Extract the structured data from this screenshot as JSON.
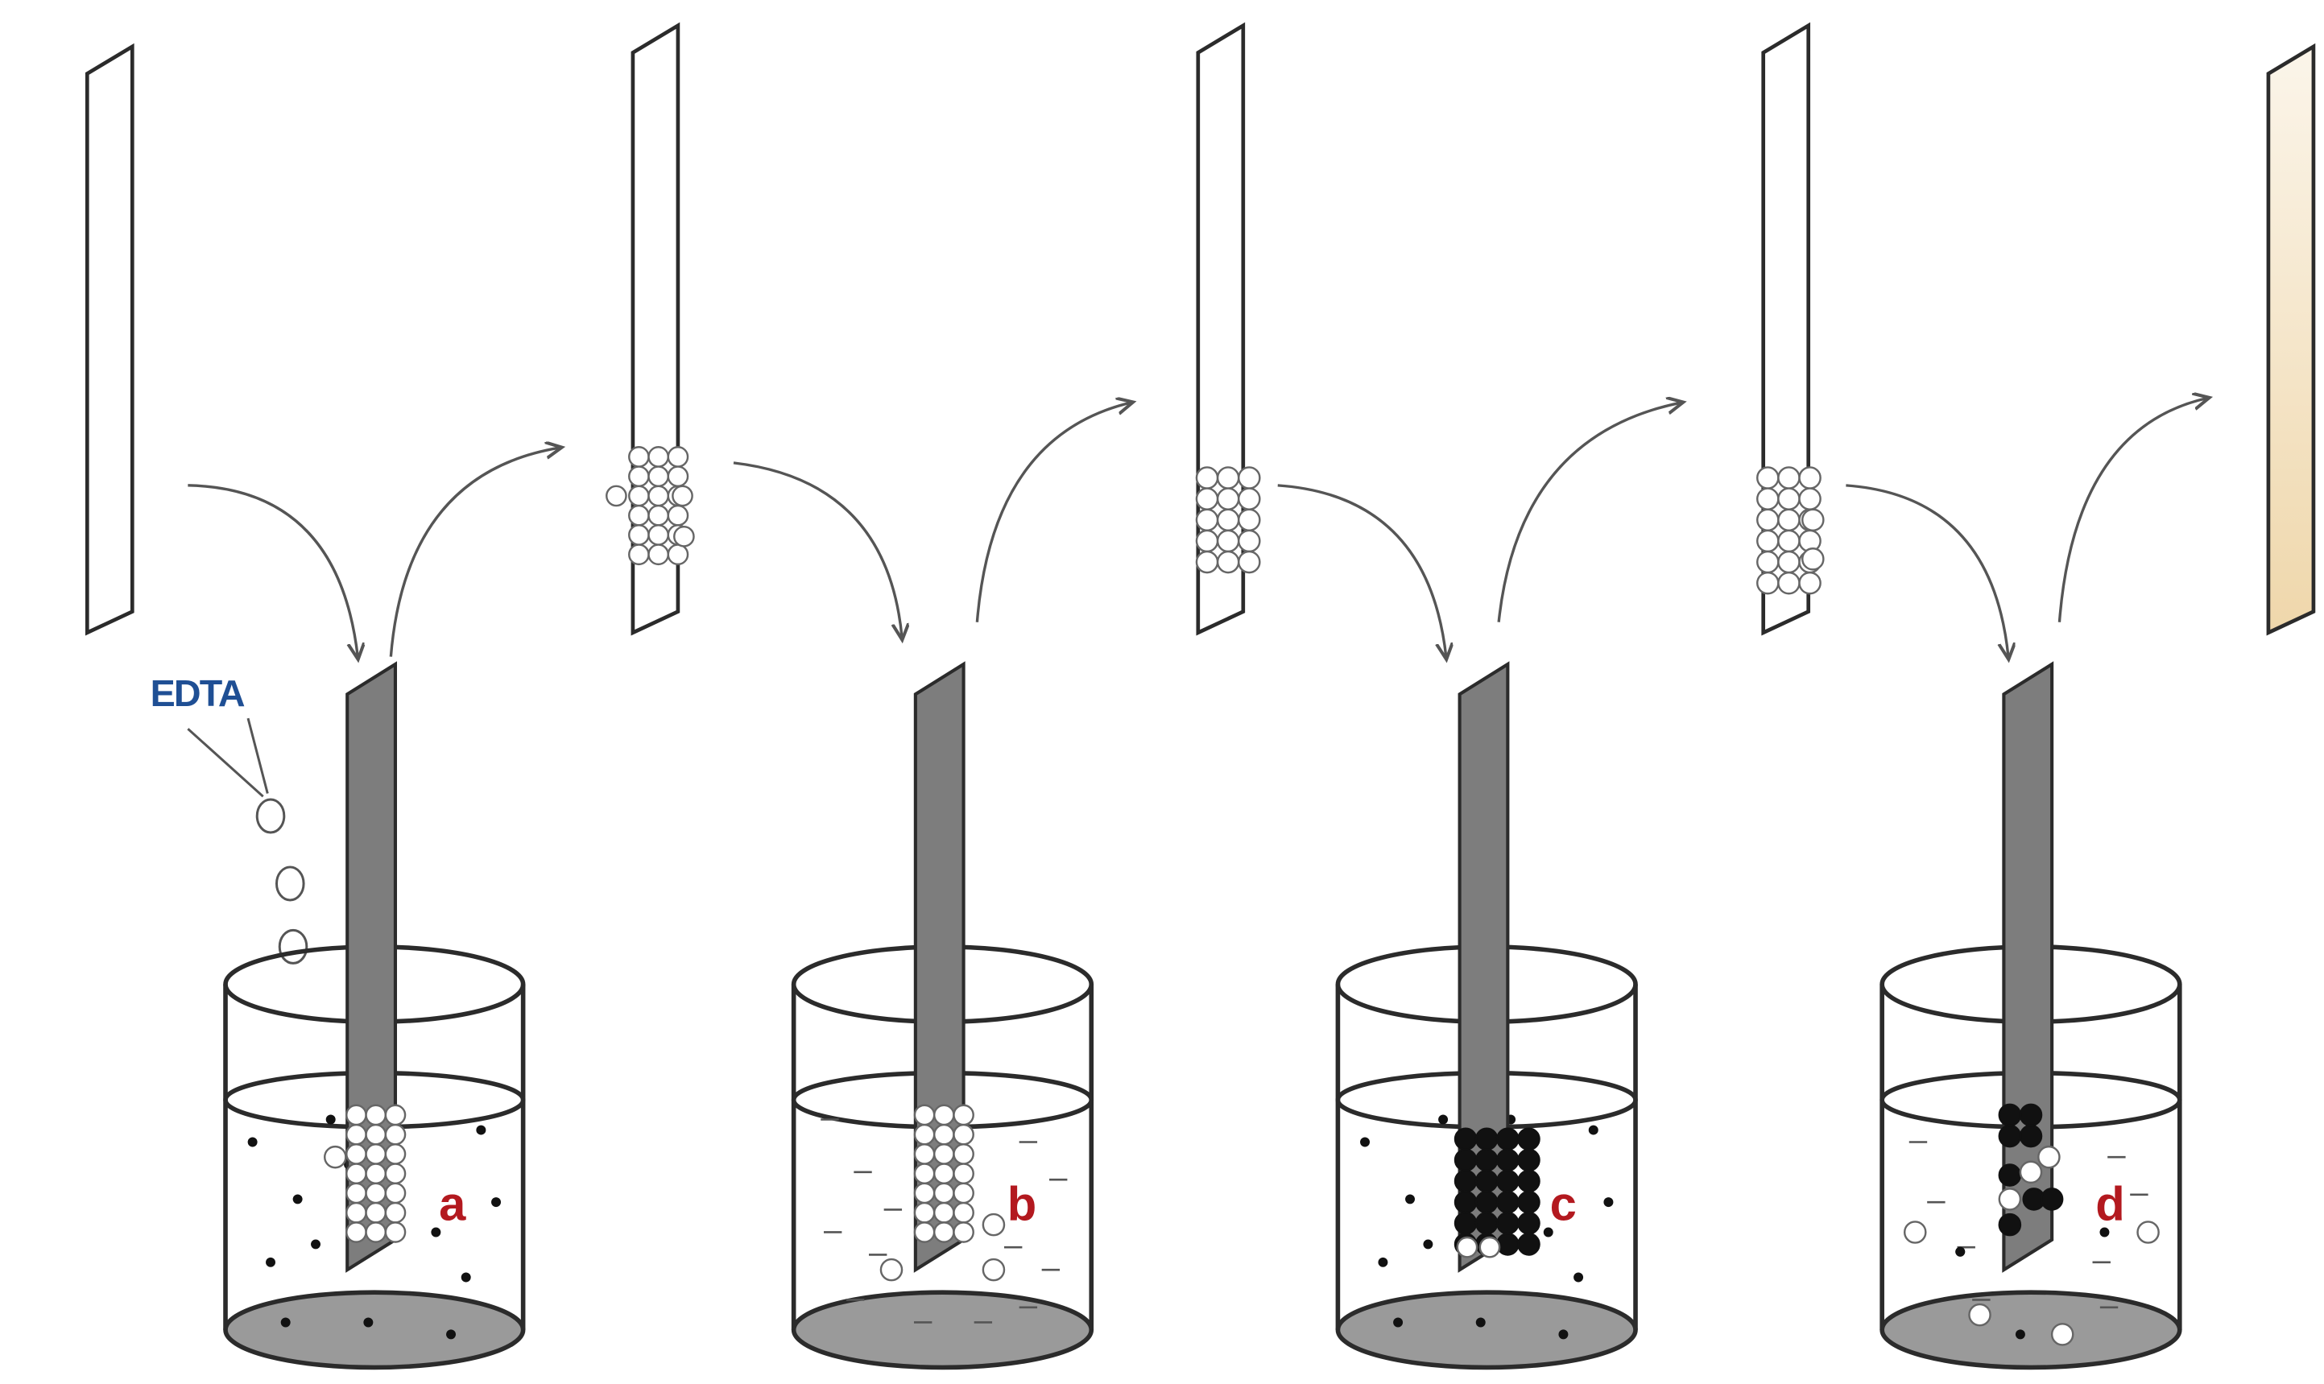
{
  "labels": {
    "reagent": "EDTA",
    "steps": [
      "a",
      "b",
      "c",
      "d"
    ]
  },
  "colors": {
    "label_step": "#b3191f",
    "label_reagent": "#1f4f94",
    "strip_submerged": "#7d7d7d",
    "beaker_bottom": "#9a9a9a",
    "final_strip": "#f2ddb8",
    "outline": "#2b2b2b",
    "arrow": "#555555"
  },
  "icons": {
    "open_circle": "adsorbed-particle-icon",
    "filled_dot": "ion-dot-icon"
  }
}
